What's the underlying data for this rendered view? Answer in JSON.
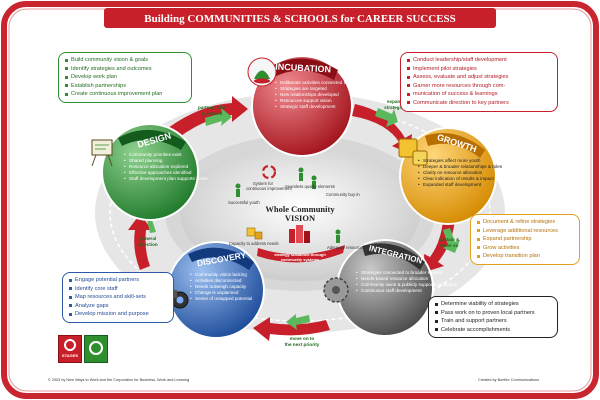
{
  "title": "Building COMMUNITIES & SCHOOLS for CAREER SUCCESS",
  "stages": {
    "incubation": {
      "name": "INCUBATION",
      "bullets": [
        "Deliberate activities connected to vision",
        "Strategies are targeted",
        "New relationships developed",
        "Resources support vision",
        "Strategic staff development"
      ]
    },
    "growth": {
      "name": "GROWTH",
      "bullets": [
        "Strategies affect more youth",
        "Deeper & broader relationships & roles",
        "Clarity on resource allocation",
        "Clear indication of results & impact",
        "Expanded staff development"
      ]
    },
    "integration": {
      "name": "INTEGRATION",
      "bullets": [
        "Strategies connected to broader system",
        "Needs-based resource allocation",
        "Community owns & publicly supports strategies",
        "Continuous staff development"
      ]
    },
    "discovery": {
      "name": "DISCOVERY",
      "bullets": [
        "Community vision lacking",
        "Activities disconnected",
        "Needs outweigh capacity",
        "Change is unplanned",
        "Sense of untapped potential"
      ]
    },
    "design": {
      "name": "DESIGN",
      "bullets": [
        "Community priorities exist",
        "Shared planning",
        "Resource allocation explored",
        "Effective approaches identified",
        "Staff development plan supports vision"
      ]
    }
  },
  "boxes": {
    "design": [
      "Build community vision & goals",
      "Identify strategies and outcomes",
      "Develop work plan",
      "Establish partnerships",
      "Create continuous improvement plan"
    ],
    "incubation": [
      "Conduct leadership/staff development",
      "Implement pilot strategies",
      "Assess, evaluate and adjust strategies",
      "Garner more resources through com-",
      "munication of success & learnings",
      "Communicate direction to key partners"
    ],
    "growth": [
      "Document & refine strategies",
      "Leverage additional resources",
      "Expand partnership",
      "Grow activities",
      "Develop transition plan"
    ],
    "integration": [
      "Determine viability of strategies",
      "Pass work on to proven local partners",
      "Train and support partners",
      "Celebrate accomplishments"
    ],
    "discovery": [
      "Engage potential partners",
      "Identify core staff",
      "Map resources and skill-sets",
      "Analyze gaps",
      "Develop mission and purpose"
    ]
  },
  "arrows": {
    "partner": [
      "partner roles",
      "& actions"
    ],
    "expand": [
      "expand",
      "strategies"
    ],
    "sustain": [
      "sustain &",
      "move on"
    ],
    "move": [
      "move on to",
      "the next priority"
    ],
    "general": [
      "general",
      "direction"
    ]
  },
  "center": {
    "title_line1": "Whole Community",
    "title_line2": "VISION",
    "ribbon_line1": "strategy sustained through",
    "ribbon_line2": "community systems",
    "labels": {
      "system": [
        "System for",
        "continuous improvement"
      ],
      "seamless": [
        "Seamless quality elements"
      ],
      "community": [
        "Community buy-in"
      ],
      "pupils": [
        "Successful youth"
      ],
      "capacity": [
        "Capacity to address needs"
      ],
      "adequate": [
        "Adequate resources"
      ]
    }
  },
  "footer": {
    "left": "© 2003 by New Ways to Work and the Corporation for Business, Work and Learning",
    "right": "Created by Bonfire Communications",
    "logo_stages": "STAGES"
  },
  "colors": {
    "green": "#2f8f2f",
    "red": "#c8202a",
    "orange": "#e0a020",
    "blue": "#2a5aa8",
    "gray": "#6b6b6b"
  },
  "icons": [
    "plant-seedling-icon",
    "puzzle-pieces-icon",
    "binoculars-icon",
    "gears-icon",
    "blueprint-easel-icon",
    "city-buildings-icon",
    "recycle-arrows-icon",
    "person-icon"
  ]
}
